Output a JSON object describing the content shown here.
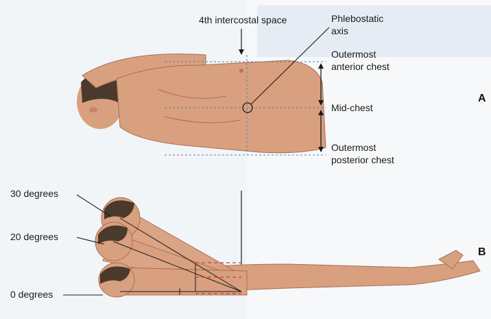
{
  "panel_a": {
    "letter": "A",
    "labels": {
      "intercostal": "4th intercostal space",
      "phlebostatic_line1": "Phlebostatic",
      "phlebostatic_line2": "axis",
      "anterior_line1": "Outermost",
      "anterior_line2": "anterior chest",
      "mid": "Mid-chest",
      "posterior_line1": "Outermost",
      "posterior_line2": "posterior chest"
    }
  },
  "panel_b": {
    "letter": "B",
    "angles": [
      "30 degrees",
      "20 degrees",
      "0 degrees"
    ]
  },
  "colors": {
    "skin": "#d9a07f",
    "skin_shade": "#c98665",
    "hair": "#4a3a2c",
    "page_tint": "#eef2f6",
    "blue_lines": "#5b7fa6",
    "red_dash": "#d23a3a",
    "ink": "#1a1a1a"
  }
}
